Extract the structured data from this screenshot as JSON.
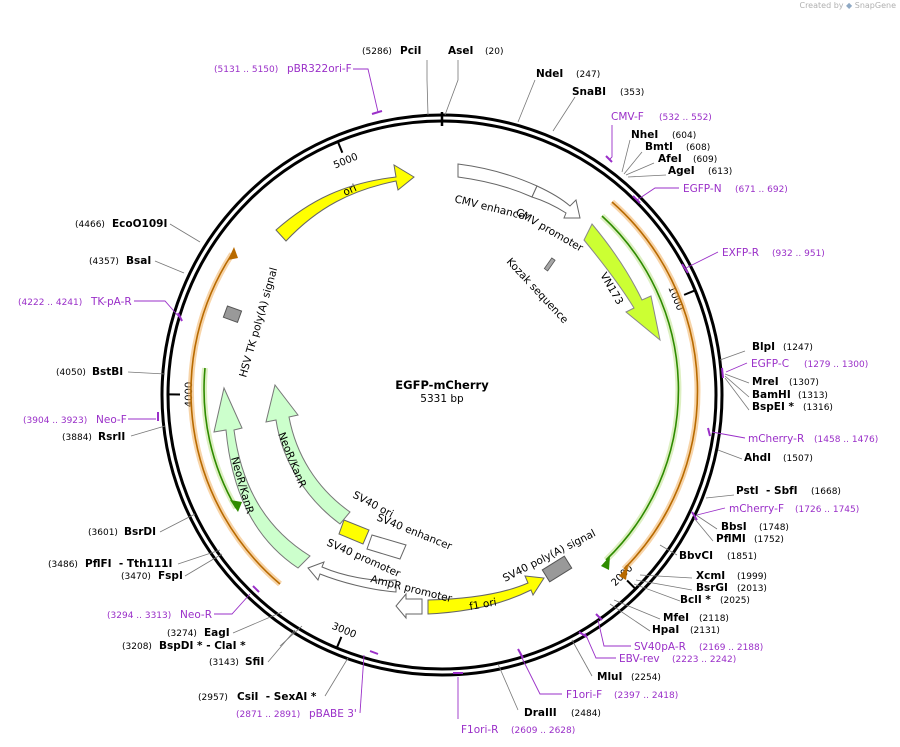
{
  "credit": {
    "prefix": "Created by",
    "brand": "SnapGene"
  },
  "plasmid": {
    "name": "EGFP-mCherry",
    "size_label": "5331 bp",
    "length": 5331
  },
  "ticks": [
    {
      "pos": 1000,
      "label": "1000"
    },
    {
      "pos": 2000,
      "label": "2000"
    },
    {
      "pos": 3000,
      "label": "3000"
    },
    {
      "pos": 4000,
      "label": "4000"
    },
    {
      "pos": 5000,
      "label": "5000"
    }
  ],
  "sites": [
    {
      "name": "PciI",
      "pos": "(5286)",
      "side": "L"
    },
    {
      "name": "AseI",
      "pos": "(20)",
      "side": "R"
    },
    {
      "name": "NdeI",
      "pos": "(247)",
      "side": "R"
    },
    {
      "name": "SnaBI",
      "pos": "(353)",
      "side": "R"
    },
    {
      "name": "NheI",
      "pos": "(604)",
      "side": "R"
    },
    {
      "name": "BmtI",
      "pos": "(608)",
      "side": "R"
    },
    {
      "name": "AfeI",
      "pos": "(609)",
      "side": "R"
    },
    {
      "name": "AgeI",
      "pos": "(613)",
      "side": "R"
    },
    {
      "name": "BlpI",
      "pos": "(1247)",
      "side": "R"
    },
    {
      "name": "MreI",
      "pos": "(1307)",
      "side": "R"
    },
    {
      "name": "BamHI",
      "pos": "(1313)",
      "side": "R"
    },
    {
      "name": "BspEI *",
      "pos": "(1316)",
      "side": "R"
    },
    {
      "name": "AhdI",
      "pos": "(1507)",
      "side": "R"
    },
    {
      "name": "PstI  - SbfI",
      "pos": "(1668)",
      "side": "R"
    },
    {
      "name": "BbsI",
      "pos": "(1748)",
      "side": "R"
    },
    {
      "name": "PflMI",
      "pos": "(1752)",
      "side": "R"
    },
    {
      "name": "BbvCI",
      "pos": "(1851)",
      "side": "R"
    },
    {
      "name": "XcmI",
      "pos": "(1999)",
      "side": "R"
    },
    {
      "name": "BsrGI",
      "pos": "(2013)",
      "side": "R"
    },
    {
      "name": "BclI *",
      "pos": "(2025)",
      "side": "R"
    },
    {
      "name": "MfeI",
      "pos": "(2118)",
      "side": "R"
    },
    {
      "name": "HpaI",
      "pos": "(2131)",
      "side": "R"
    },
    {
      "name": "MluI",
      "pos": "(2254)",
      "side": "R"
    },
    {
      "name": "DraIII",
      "pos": "(2484)",
      "side": "R"
    },
    {
      "name": "CsiI  - SexAI *",
      "pos": "(2957)",
      "side": "L"
    },
    {
      "name": "SfiI",
      "pos": "(3143)",
      "side": "L"
    },
    {
      "name": "BspDI * - ClaI *",
      "pos": "(3208)",
      "side": "L"
    },
    {
      "name": "EagI",
      "pos": "(3274)",
      "side": "L"
    },
    {
      "name": "FspI",
      "pos": "(3470)",
      "side": "L"
    },
    {
      "name": "PflFI  - Tth111I",
      "pos": "(3486)",
      "side": "L"
    },
    {
      "name": "BsrDI",
      "pos": "(3601)",
      "side": "L"
    },
    {
      "name": "RsrII",
      "pos": "(3884)",
      "side": "L"
    },
    {
      "name": "BstBI",
      "pos": "(4050)",
      "side": "L"
    },
    {
      "name": "BsaI",
      "pos": "(4357)",
      "side": "L"
    },
    {
      "name": "EcoO109I",
      "pos": "(4466)",
      "side": "L"
    }
  ],
  "primers": [
    {
      "name": "pBR322ori-F",
      "pos": "(5131 .. 5150)",
      "side": "L"
    },
    {
      "name": "CMV-F",
      "pos": "(532 .. 552)",
      "side": "R"
    },
    {
      "name": "EGFP-N",
      "pos": "(671 .. 692)",
      "side": "R"
    },
    {
      "name": "EXFP-R",
      "pos": "(932 .. 951)",
      "side": "R"
    },
    {
      "name": "EGFP-C",
      "pos": "(1279 .. 1300)",
      "side": "R"
    },
    {
      "name": "mCherry-R",
      "pos": "(1458 .. 1476)",
      "side": "R"
    },
    {
      "name": "mCherry-F",
      "pos": "(1726 .. 1745)",
      "side": "R"
    },
    {
      "name": "SV40pA-R",
      "pos": "(2169 .. 2188)",
      "side": "R"
    },
    {
      "name": "EBV-rev",
      "pos": "(2223 .. 2242)",
      "side": "R"
    },
    {
      "name": "F1ori-F",
      "pos": "(2397 .. 2418)",
      "side": "R"
    },
    {
      "name": "F1ori-R",
      "pos": "(2609 .. 2628)",
      "side": "R"
    },
    {
      "name": "pBABE 3'",
      "pos": "(2871 .. 2891)",
      "side": "L"
    },
    {
      "name": "Neo-R",
      "pos": "(3294 .. 3313)",
      "side": "L"
    },
    {
      "name": "Neo-F",
      "pos": "(3904 .. 3923)",
      "side": "L"
    },
    {
      "name": "TK-pA-R",
      "pos": "(4222 .. 4241)",
      "side": "L"
    }
  ],
  "features": [
    {
      "name": "ori",
      "color": "#ffff00"
    },
    {
      "name": "CMV enhancer",
      "color": "#ffffff"
    },
    {
      "name": "CMV promoter",
      "color": "#ffffff"
    },
    {
      "name": "Kozak sequence",
      "color": "#a6a6a6"
    },
    {
      "name": "VN173",
      "color": "#ccff33"
    },
    {
      "name": "SV40 poly(A) signal",
      "color": "#999999"
    },
    {
      "name": "f1 ori",
      "color": "#ffff00"
    },
    {
      "name": "AmpR promoter",
      "color": "#ffffff"
    },
    {
      "name": "SV40 promoter",
      "color": "#ffffff"
    },
    {
      "name": "SV40 enhancer",
      "color": "#ffffff"
    },
    {
      "name": "SV40 ori",
      "color": "#ffff00"
    },
    {
      "name": "NeoR/KanR",
      "color": "#ccffcc"
    },
    {
      "name": "NeoR/KanR",
      "color": "#ccffcc"
    },
    {
      "name": "HSV TK poly(A) signal",
      "color": "#999999"
    }
  ],
  "colors": {
    "primer": "#9a2fc8",
    "orf_outline": "#f0a030",
    "orf_green": "#2e8b00"
  }
}
